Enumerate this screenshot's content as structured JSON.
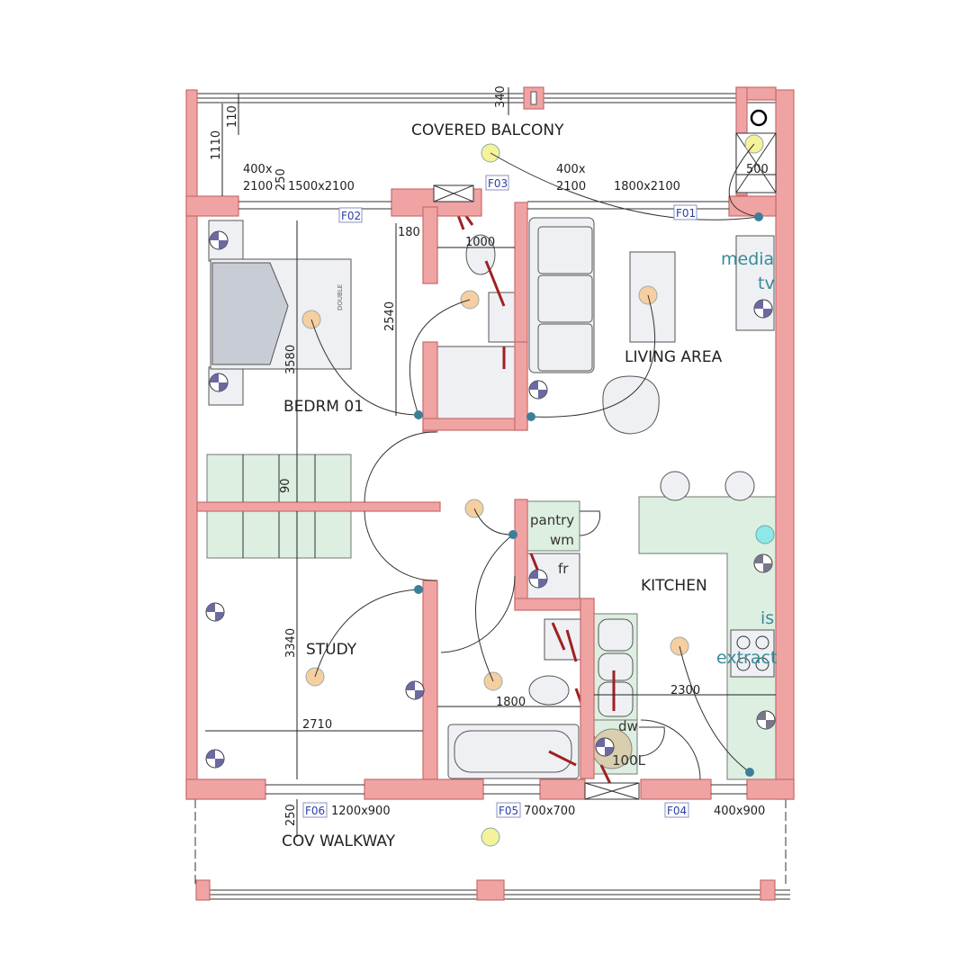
{
  "rooms": {
    "balcony": "COVERED BALCONY",
    "bedroom": "BEDRM 01",
    "living": "LIVING AREA",
    "kitchen": "KITCHEN",
    "study": "STUDY",
    "walkway": "COV WALKWAY"
  },
  "dimensions": {
    "d1110": "1110",
    "d110": "110",
    "d340": "340",
    "w1_line1": "400x",
    "w1_line2": "2100",
    "d250_top": "250",
    "d1500x2100": "1500x2100",
    "w2_line1": "400x",
    "w2_line2": "2100",
    "d1800x2100": "1800x2100",
    "d500": "500",
    "d180": "180",
    "d1000": "1000",
    "d2540": "2540",
    "d3580": "3580",
    "d90": "90",
    "d3340": "3340",
    "d2710": "2710",
    "d1800": "1800",
    "d2300": "2300",
    "d250_bottom": "250",
    "d1200x900": "1200x900",
    "d700x700": "700x700",
    "d400x900": "400x900"
  },
  "window_tags": {
    "f01": "F01",
    "f02": "F02",
    "f03": "F03",
    "f04": "F04",
    "f05": "F05",
    "f06": "F06"
  },
  "fixtures": {
    "bed": "DOUBLE",
    "pantry": "pantry",
    "wm": "wm",
    "fr": "fr",
    "dw": "dw",
    "geyser": "100L",
    "media": "media",
    "tv": "tv",
    "is": "is",
    "extract": "extract"
  },
  "colors": {
    "wall": "#f0a3a3",
    "wall_edge": "#c86c6c",
    "counter": "#dcefe0",
    "light_yellow": "#f6f29a",
    "light_orange": "#f6cfa0",
    "switch": "#3b7f9a",
    "tag_text": "#2a3fa8"
  }
}
